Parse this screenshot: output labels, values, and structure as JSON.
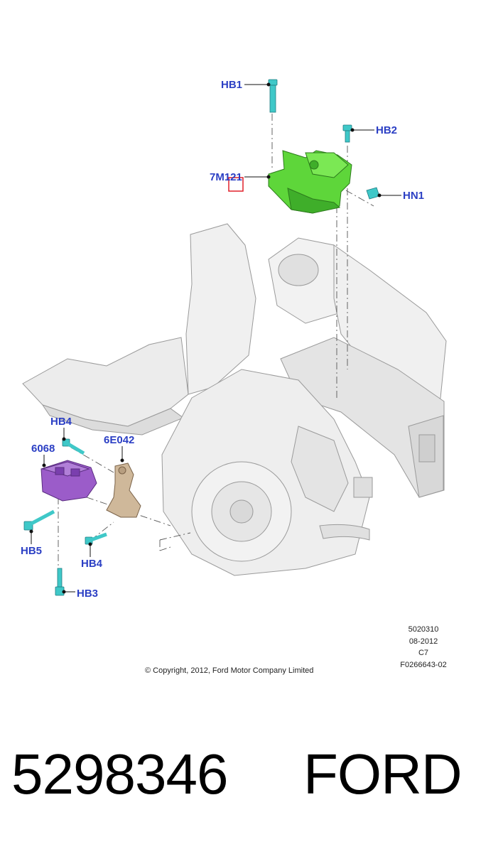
{
  "diagram": {
    "callouts": {
      "hb1": "HB1",
      "hb2": "HB2",
      "mount_upper": "7M121",
      "hn1": "HN1",
      "hb4_top": "HB4",
      "mount_lower": "6068",
      "bracket": "6E042",
      "hb5": "HB5",
      "hb4_bottom": "HB4",
      "hb3": "HB3"
    },
    "meta": {
      "line1": "5020310",
      "line2": "08-2012",
      "line3": "C7",
      "line4": "F0266643-02"
    },
    "copyright": "© Copyright, 2012, Ford Motor Company Limited",
    "colors": {
      "callout_text": "#2b3fc4",
      "upper_mount": "#5ed63a",
      "lower_mount": "#9b5cc9",
      "bracket": "#cfb89a",
      "bolts": "#3fc8c8",
      "structure": "#e9e9e9",
      "highlight_box": "#e0202a"
    },
    "icons": [
      "bolt-icon",
      "nut-icon",
      "engine-mount-icon",
      "transmission-mount-icon",
      "mount-bracket-icon"
    ]
  },
  "footer": {
    "part_number": "5298346",
    "brand": "FORD"
  }
}
